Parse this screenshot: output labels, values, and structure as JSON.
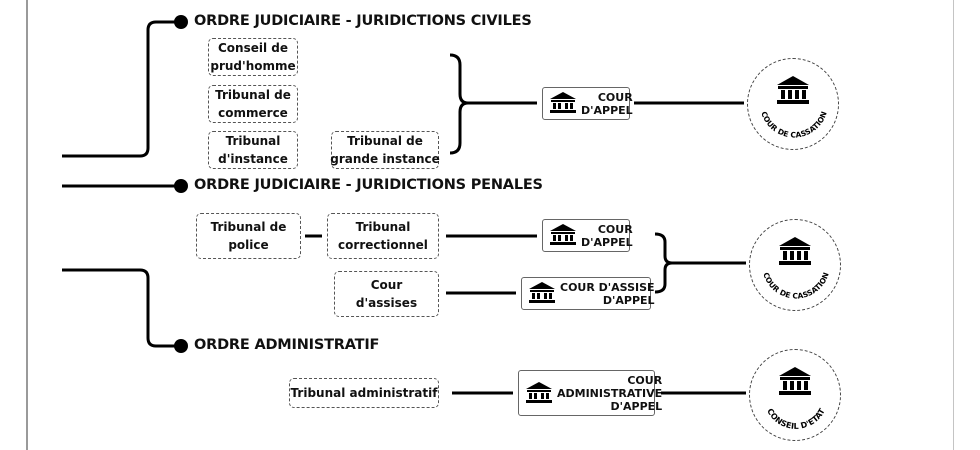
{
  "sections": {
    "civil": {
      "title": "ORDRE JUDICIAIRE - JURIDICTIONS CIVILES"
    },
    "penal": {
      "title": "ORDRE JUDICIAIRE - JURIDICTIONS PENALES"
    },
    "admin": {
      "title": "ORDRE ADMINISTRATIF"
    }
  },
  "civil": {
    "prudhomme_l1": "Conseil de",
    "prudhomme_l2": "prud'homme",
    "commerce_l1": "Tribunal de",
    "commerce_l2": "commerce",
    "instance_l1": "Tribunal",
    "instance_l2": "d'instance",
    "grande_l1": "Tribunal de",
    "grande_l2": "grande instance",
    "appel_l1": "COUR",
    "appel_l2": "D'APPEL",
    "supreme": "COUR DE CASSATION"
  },
  "penal": {
    "police_l1": "Tribunal de",
    "police_l2": "police",
    "correctionnel_l1": "Tribunal",
    "correctionnel_l2": "correctionnel",
    "assises_l1": "Cour",
    "assises_l2": "d'assises",
    "appel_l1": "COUR",
    "appel_l2": "D'APPEL",
    "assise_appel_l1": "COUR D'ASSISE",
    "assise_appel_l2": "D'APPEL",
    "supreme": "COUR DE CASSATION"
  },
  "admin": {
    "tribunal": "Tribunal administratif",
    "appel_l1": "COUR",
    "appel_l2": "ADMINISTRATIVE",
    "appel_l3": "D'APPEL",
    "supreme": "CONSEIL D'ETAT"
  },
  "icons": {
    "court": "courthouse-icon"
  },
  "colors": {
    "line": "#000000",
    "box_border": "#555555",
    "frame": "#9a9a9a"
  }
}
